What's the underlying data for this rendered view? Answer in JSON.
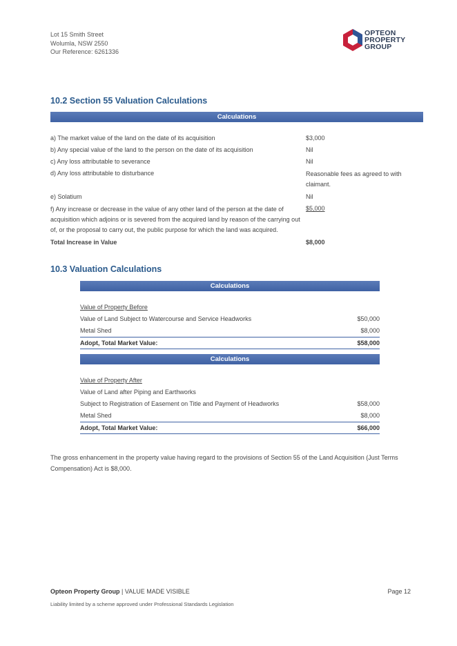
{
  "header": {
    "address": [
      "Lot 15 Smith Street",
      "Wolumla, NSW 2550",
      "Our Reference: 6261336"
    ],
    "logo": {
      "lines": [
        "OPTEON",
        "PROPERTY",
        "GROUP"
      ],
      "icon": "opteon-hexagon-logo",
      "colors": [
        "#c8213b",
        "#2f5596"
      ]
    }
  },
  "section1": {
    "title": "10.2  Section 55 Valuation Calculations",
    "banner": "Calculations",
    "rows": [
      {
        "label": "a) The market value of the land on the date of its acquisition",
        "value": "$3,000"
      },
      {
        "label": "b) Any special value of the land to the person on the date of its acquisition",
        "value": "Nil"
      },
      {
        "label": "c) Any loss attributable to severance",
        "value": "Nil"
      },
      {
        "label": "d) Any loss attributable to disturbance",
        "value": "Reasonable fees as agreed to with claimant."
      },
      {
        "label": "e) Solatium",
        "value": "Nil"
      },
      {
        "label": "f)  Any increase or decrease in the value of any other land of the person at the date of acquisition which adjoins or is severed from the acquired land by reason of the carrying out of, or the proposal to carry out, the public purpose for which the land was acquired.",
        "value": "$5,000"
      }
    ],
    "total_label": "Total Increase in Value",
    "total_value": "$8,000"
  },
  "section2": {
    "title": "10.3  Valuation Calculations",
    "before": {
      "banner": "Calculations",
      "subtitle": "Value of Property Before",
      "rows": [
        {
          "label": "Value of Land Subject to Watercourse and Service Headworks",
          "value": "$50,000"
        },
        {
          "label": "Metal Shed",
          "value": "$8,000"
        }
      ],
      "total_label": "Adopt, Total Market Value:",
      "total_value": "$58,000"
    },
    "after": {
      "banner": "Calculations",
      "subtitle": "Value of Property After",
      "line": "Value of Land after Piping and Earthworks",
      "rows": [
        {
          "label": "Subject to Registration of Easement on Title and Payment of Headworks",
          "value": "$58,000"
        },
        {
          "label": "Metal Shed",
          "value": "$8,000"
        }
      ],
      "total_label": "Adopt, Total Market Value:",
      "total_value": "$66,000"
    }
  },
  "paragraph": "The gross enhancement in the property value having regard to the provisions of Section 55 of the Land Acquisition (Just Terms Compensation) Act is $8,000.",
  "footer": {
    "brand": "Opteon Property Group",
    "separator": " | ",
    "tagline": "VALUE MADE VISIBLE",
    "page": "Page 12",
    "legal": "Liability limited by a scheme approved under Professional Standards Legislation"
  }
}
